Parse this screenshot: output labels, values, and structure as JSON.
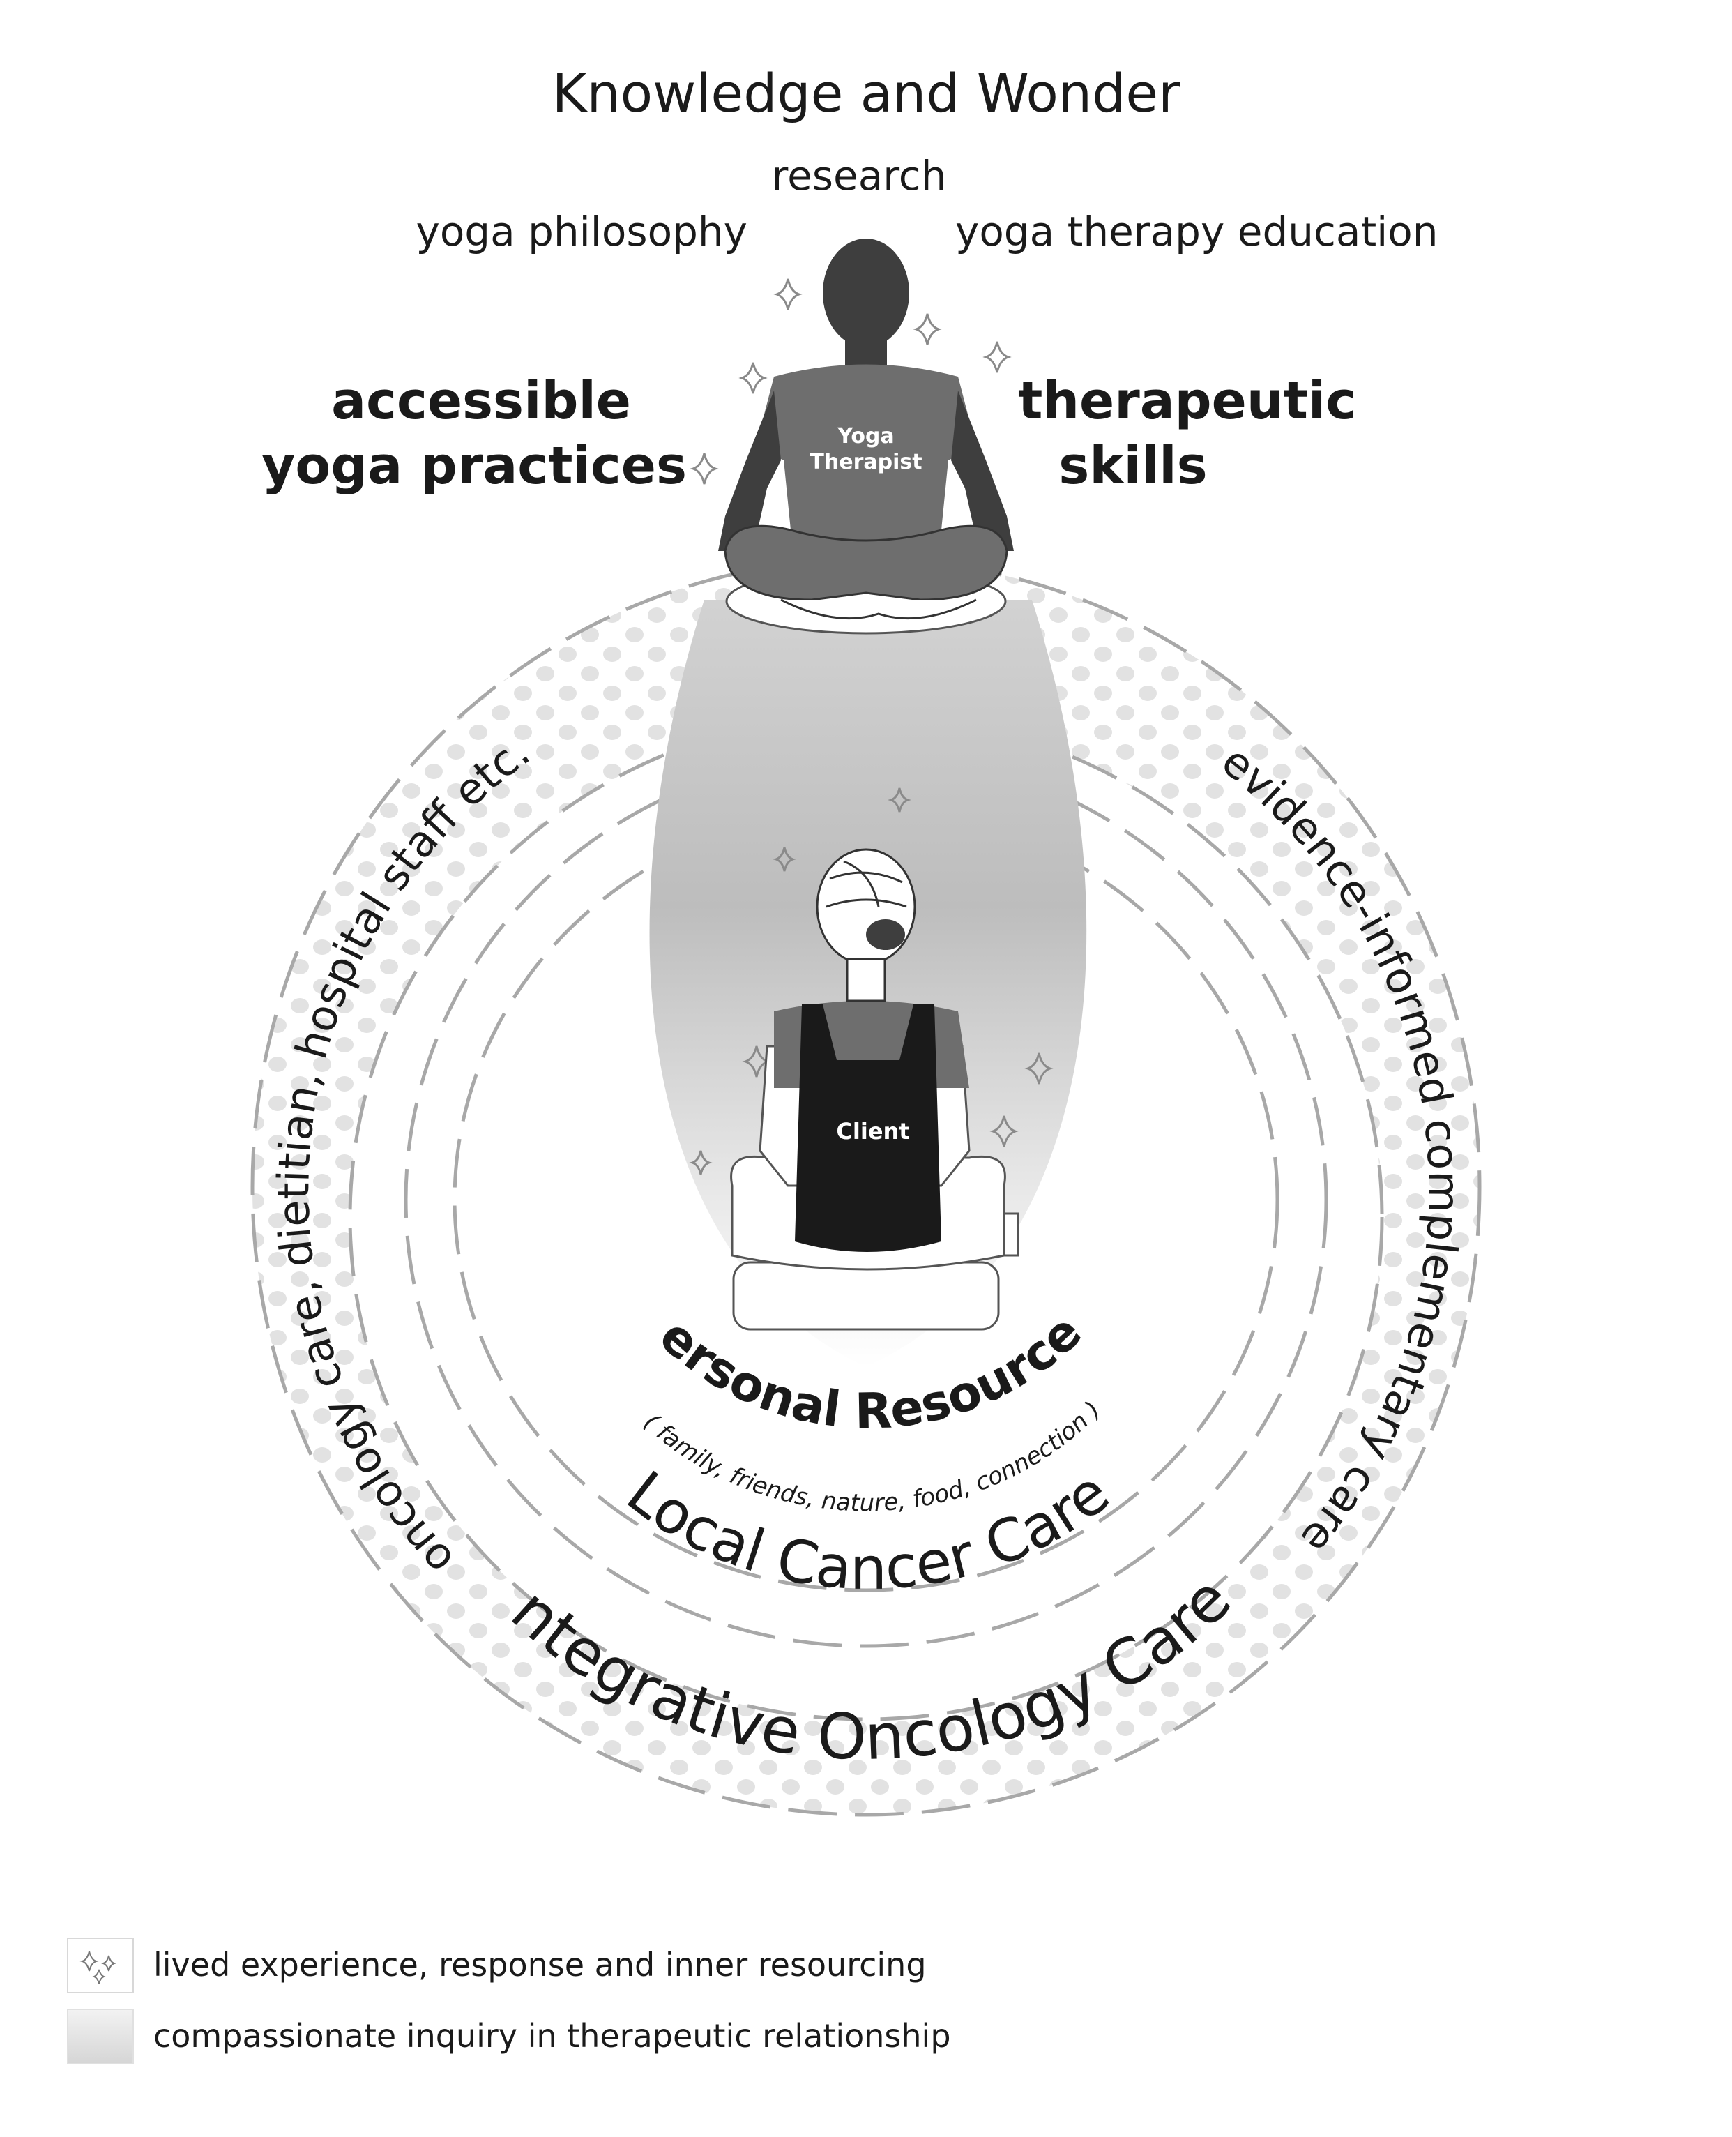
{
  "header": {
    "title": "Knowledge and Wonder",
    "research": "research",
    "philosophy": "yoga philosophy",
    "education": "yoga therapy education"
  },
  "skills": {
    "left_line1": "accessible",
    "left_line2": "yoga practices",
    "right_line1": "therapeutic",
    "right_line2": "skills"
  },
  "figures": {
    "therapist_line1": "Yoga",
    "therapist_line2": "Therapist",
    "client": "Client"
  },
  "rings": {
    "personal": "Personal Resources",
    "personal_sub": "( family, friends, nature, food, connection )",
    "local": "Local  Cancer  Care",
    "integrative": "Integrative Oncology Care",
    "left_arc": "oncology care, dietitian, hospital staff etc.",
    "right_arc": "evidence-informed complementary care"
  },
  "legend": [
    {
      "label": "lived experience, response and inner resourcing",
      "icon": "sparkle-icon"
    },
    {
      "label": "compassionate inquiry in therapeutic relationship",
      "icon": "gradient-swatch"
    }
  ],
  "colors": {
    "ring_dots": "#dcdcdc",
    "therapist_skin": "#3e3e3e",
    "therapist_shirt": "#6e6e6e",
    "client_shirt": "#6e6e6e",
    "client_vest": "#1a1a1a"
  }
}
